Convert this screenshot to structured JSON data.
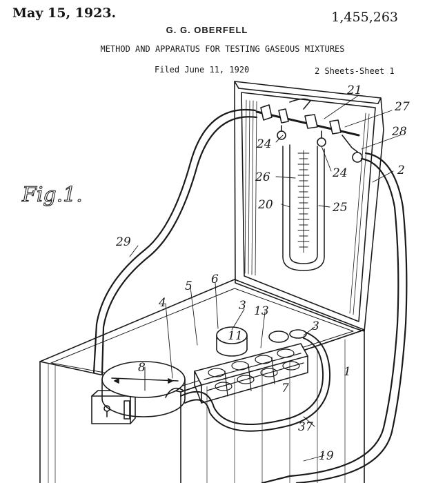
{
  "header": {
    "date": "May 15, 1923.",
    "patent_number": "1,455,263",
    "inventor": "G. G. OBERFELL",
    "title": "METHOD AND APPARATUS FOR TESTING GASEOUS MIXTURES",
    "filed": "Filed June 11, 1920",
    "sheets": "2 Sheets-Sheet 1"
  },
  "figure": {
    "label": "Fig.1.",
    "reference_numerals": [
      "21",
      "27",
      "28",
      "24",
      "24",
      "26",
      "2",
      "20",
      "25",
      "29",
      "6",
      "5",
      "4",
      "3",
      "13",
      "3",
      "8",
      "11",
      "1",
      "7",
      "37",
      "19"
    ]
  }
}
